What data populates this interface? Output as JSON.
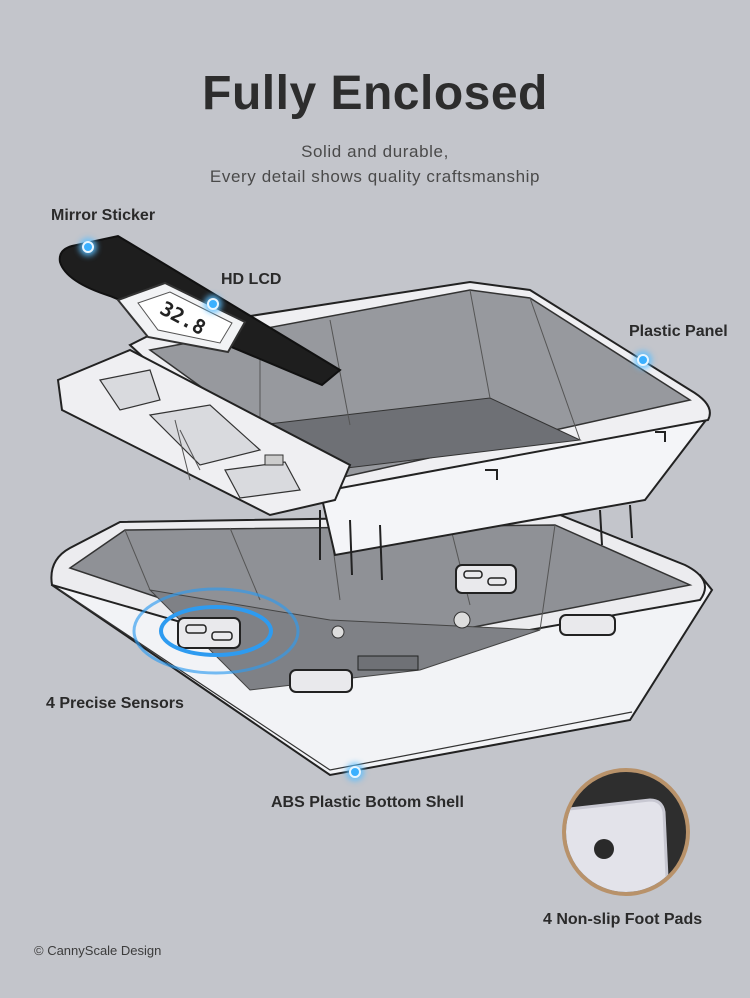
{
  "header": {
    "title": "Fully Enclosed",
    "subtitle_line1": "Solid and durable,",
    "subtitle_line2": "Every detail shows quality craftsmanship"
  },
  "labels": {
    "mirror_sticker": "Mirror Sticker",
    "hd_lcd": "HD LCD",
    "plastic_panel": "Plastic Panel",
    "precise_sensors": "4 Precise Sensors",
    "bottom_shell": "ABS Plastic Bottom Shell",
    "foot_pads": "4 Non-slip Foot Pads"
  },
  "display": {
    "reading": "32.8"
  },
  "footer": {
    "copyright": "© CannyScale Design"
  },
  "colors": {
    "background": "#c3c5cb",
    "accent_dot": "#3bb0ff",
    "ring_blue": "#2e9bf0",
    "shell_white": "#f4f5f8",
    "inner_gray": "#8b8d92",
    "foot_pad_ring": "#b8926a"
  }
}
